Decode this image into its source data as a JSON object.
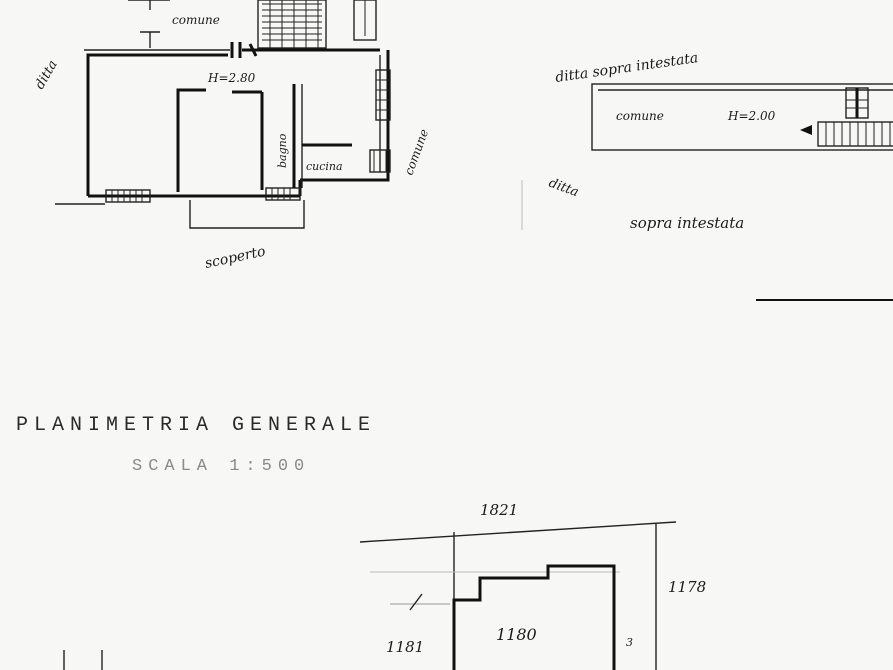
{
  "floor_plan": {
    "labels": {
      "comune_top": "comune",
      "height": "H=2.80",
      "bagno": "bagno",
      "cucina": "cucina",
      "comune_side": "comune",
      "ditta_left": "ditta",
      "scoperto": "scoperto"
    }
  },
  "upper_floor": {
    "label_top": "ditta sopra intestata",
    "comune_label": "comune",
    "height": "H=2.00",
    "ditta_bottom": "ditta",
    "sopra_intestata": "sopra intestata"
  },
  "site_plan": {
    "title": "PLANIMETRIA GENERALE",
    "scale": "SCALA 1:500",
    "parcels": {
      "p1821": "1821",
      "p1178": "1178",
      "p1181": "1181",
      "p1180": "1180",
      "side_mark": "3"
    }
  }
}
